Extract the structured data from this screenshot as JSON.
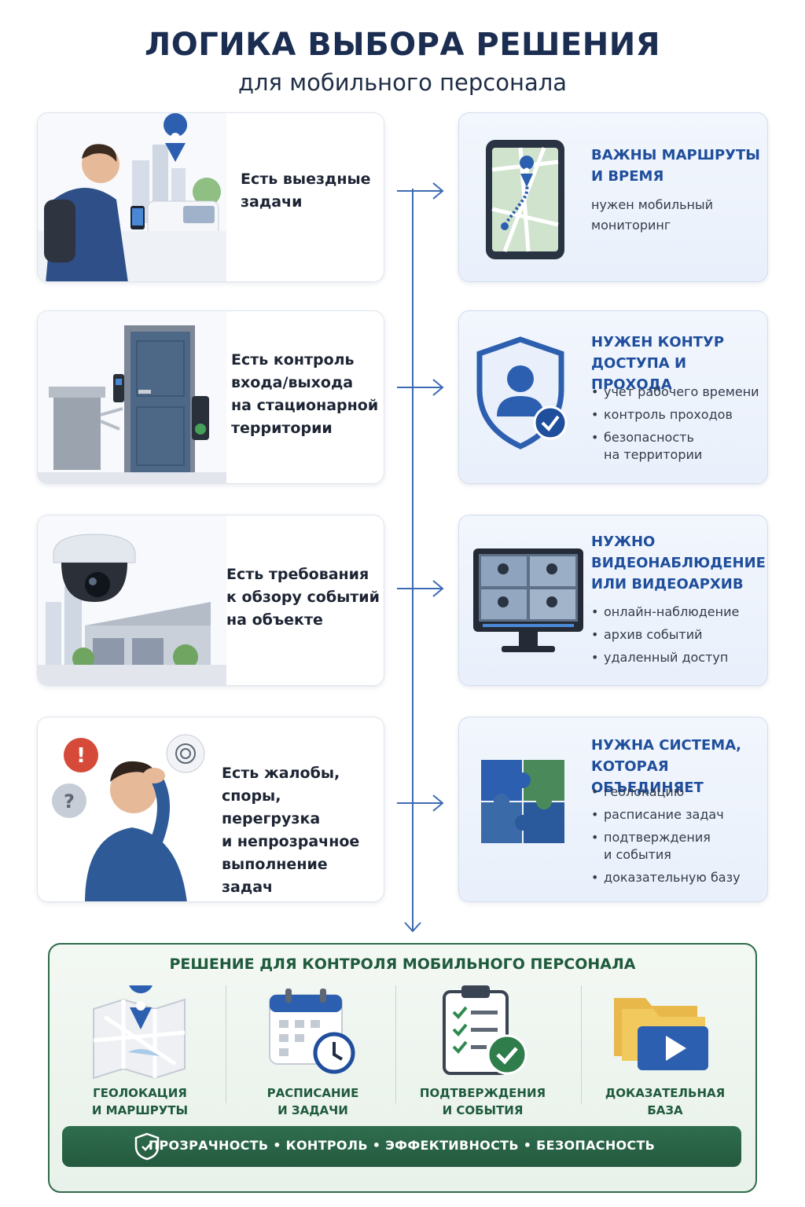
{
  "header": {
    "title": "ЛОГИКА ВЫБОРА РЕШЕНИЯ",
    "subtitle": "для мобильного персонала"
  },
  "rows": [
    {
      "condition": "Есть выездные\nзадачи",
      "result_title": "ВАЖНЫ МАРШРУТЫ\nИ ВРЕМЯ",
      "result_text": "нужен мобильный\nмониторинг"
    },
    {
      "condition": "Есть контроль\nвхода/выхода\nна стационарной\nтерритории",
      "result_title": "НУЖЕН КОНТУР\nДОСТУПА И ПРОХОДА",
      "bullets": [
        "учет рабочего времени",
        "контроль проходов",
        "безопасность\nна территории"
      ]
    },
    {
      "condition": "Есть требования\nк обзору событий\nна объекте",
      "result_title": "НУЖНО\nВИДЕОНАБЛЮДЕНИЕ\nИЛИ ВИДЕОАРХИВ",
      "bullets": [
        "онлайн-наблюдение",
        "архив событий",
        "удаленный доступ"
      ]
    },
    {
      "condition": "Есть жалобы, споры,\nперегрузка\nи непрозрачное\nвыполнение задач",
      "result_title": "НУЖНА СИСТЕМА,\nКОТОРАЯ ОБЪЕДИНЯЕТ",
      "bullets": [
        "геолокацию",
        "расписание задач",
        "подтверждения\nи события",
        "доказательную базу"
      ]
    }
  ],
  "solution": {
    "title": "РЕШЕНИЕ ДЛЯ КОНТРОЛЯ МОБИЛЬНОГО ПЕРСОНАЛА",
    "items": [
      {
        "label": "ГЕОЛОКАЦИЯ\nИ МАРШРУТЫ",
        "icon": "map-pin-icon"
      },
      {
        "label": "РАСПИСАНИЕ\nИ ЗАДАЧИ",
        "icon": "calendar-clock-icon"
      },
      {
        "label": "ПОДТВЕРЖДЕНИЯ\nИ СОБЫТИЯ",
        "icon": "checklist-icon"
      },
      {
        "label": "ДОКАЗАТЕЛЬНАЯ\nБАЗА",
        "icon": "video-folder-icon"
      }
    ],
    "bar_text": "ПРОЗРАЧНОСТЬ  •  КОНТРОЛЬ  •  ЭФФЕКТИВНОСТЬ  •  БЕЗОПАСНОСТЬ"
  },
  "colors": {
    "title": "#1b2e52",
    "accent_blue": "#1f4e9c",
    "accent_green": "#2f6b4a"
  }
}
